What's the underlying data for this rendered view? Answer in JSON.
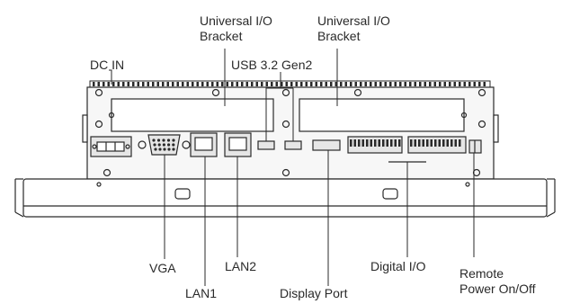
{
  "labels": {
    "universal_io_1": [
      "Universal I/O",
      "Bracket"
    ],
    "universal_io_2": [
      "Universal I/O",
      "Bracket"
    ],
    "dc_in": "DC IN",
    "usb": "USB 3.2 Gen2",
    "vga": "VGA",
    "lan1": "LAN1",
    "lan2": "LAN2",
    "display_port": "Display Port",
    "digital_io": "Digital I/O",
    "remote_power": [
      "Remote",
      "Power On/Off"
    ]
  },
  "colors": {
    "line": "#2a2a2a",
    "panel_fill": "#f2f2f2",
    "port_fill": "#e6e6e6",
    "background": "#ffffff"
  }
}
